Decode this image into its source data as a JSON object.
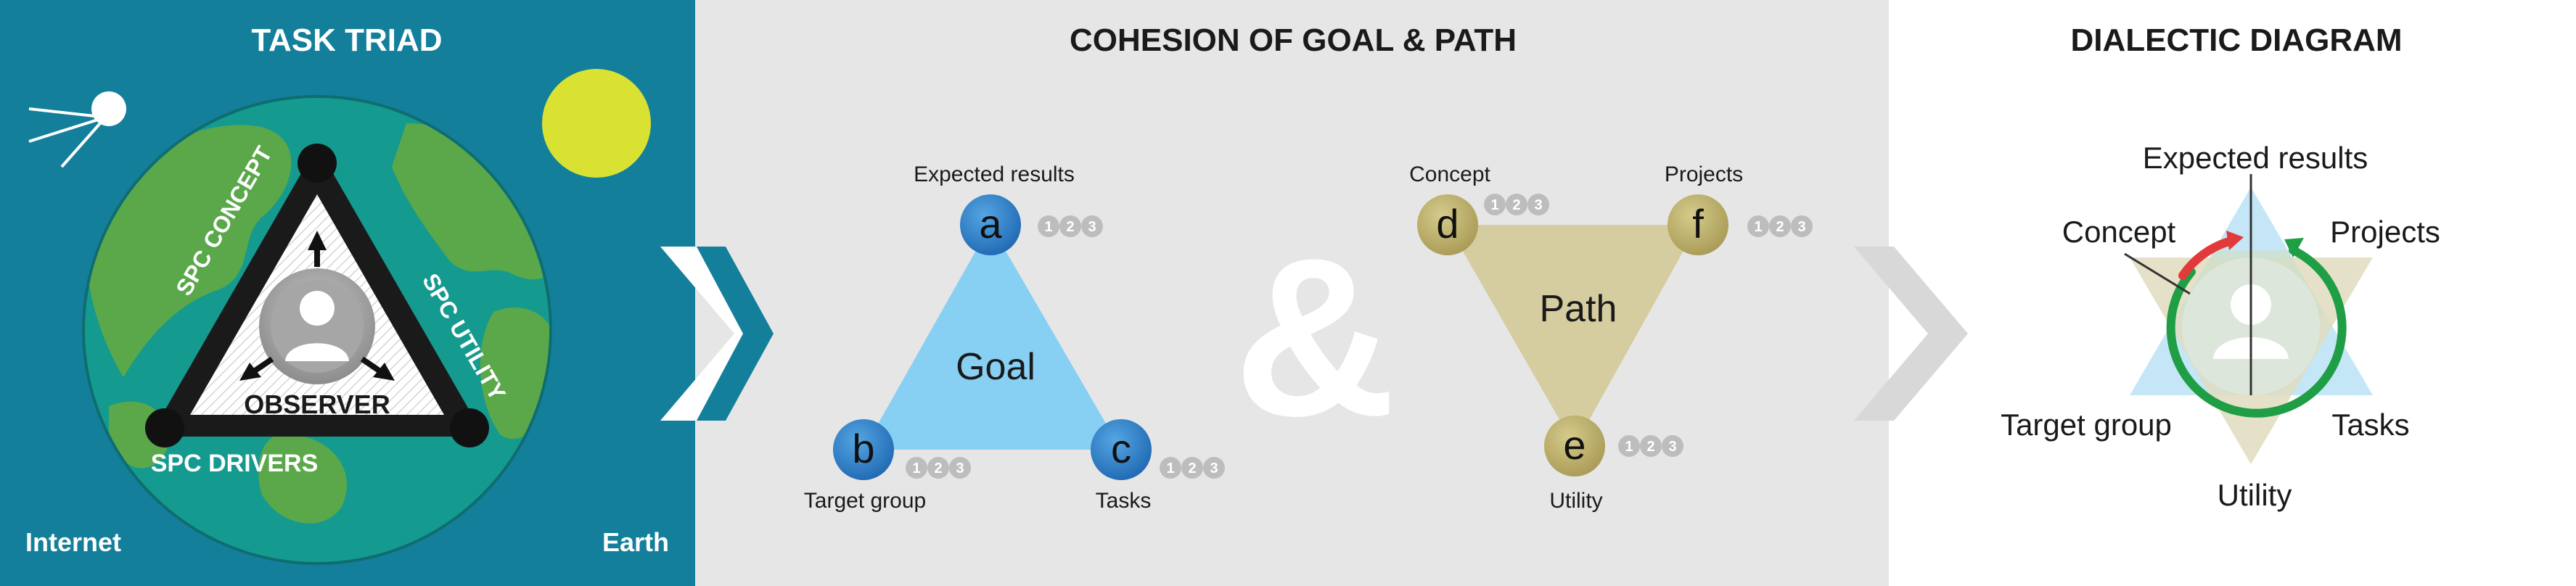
{
  "colors": {
    "teal_panel": "#137f9b",
    "gray_panel": "#e6e6e6",
    "goal_triangle": "#87cff3",
    "goal_circle": "#2f83cc",
    "path_triangle": "#d5cca0",
    "path_circle": "#bcad66",
    "ocean": "#159a90",
    "land": "#5aa84a",
    "sun": "#d9e233",
    "green_arrow": "#1f9e46",
    "red_arrow": "#e23a3a"
  },
  "icons": {
    "satellite": "satellite-icon",
    "sun": "sun-icon",
    "observer": "person-icon",
    "chevron": "chevron-right-icon",
    "ampersand": "ampersand-icon"
  },
  "panel1": {
    "title": "TASK TRIAD",
    "side_concept": "SPC CONCEPT",
    "side_utility": "SPC UTILITY",
    "side_drivers": "SPC DRIVERS",
    "observer": "OBSERVER",
    "internet": "Internet",
    "earth": "Earth"
  },
  "panel2": {
    "title": "COHESION OF GOAL & PATH",
    "ampersand": "&",
    "goal": {
      "label": "Goal",
      "nodes": [
        {
          "letter": "a",
          "label": "Expected results"
        },
        {
          "letter": "b",
          "label": "Target group"
        },
        {
          "letter": "c",
          "label": "Tasks"
        }
      ]
    },
    "path": {
      "label": "Path",
      "nodes": [
        {
          "letter": "d",
          "label": "Concept"
        },
        {
          "letter": "f",
          "label": "Projects"
        },
        {
          "letter": "e",
          "label": "Utility"
        }
      ]
    },
    "step_numbers": [
      "1",
      "2",
      "3"
    ]
  },
  "panel3": {
    "title": "DIALECTIC DIAGRAM",
    "expected_results": "Expected results",
    "concept": "Concept",
    "projects": "Projects",
    "target_group": "Target group",
    "tasks": "Tasks",
    "utility": "Utility"
  }
}
